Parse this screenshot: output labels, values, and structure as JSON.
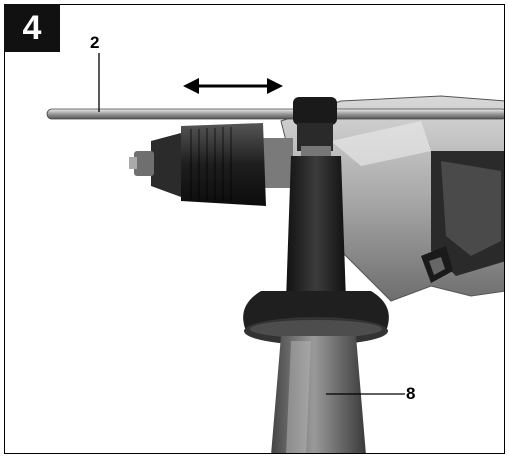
{
  "figure": {
    "number": "4",
    "callouts": {
      "depth_stop": "2",
      "handle": "8"
    }
  }
}
